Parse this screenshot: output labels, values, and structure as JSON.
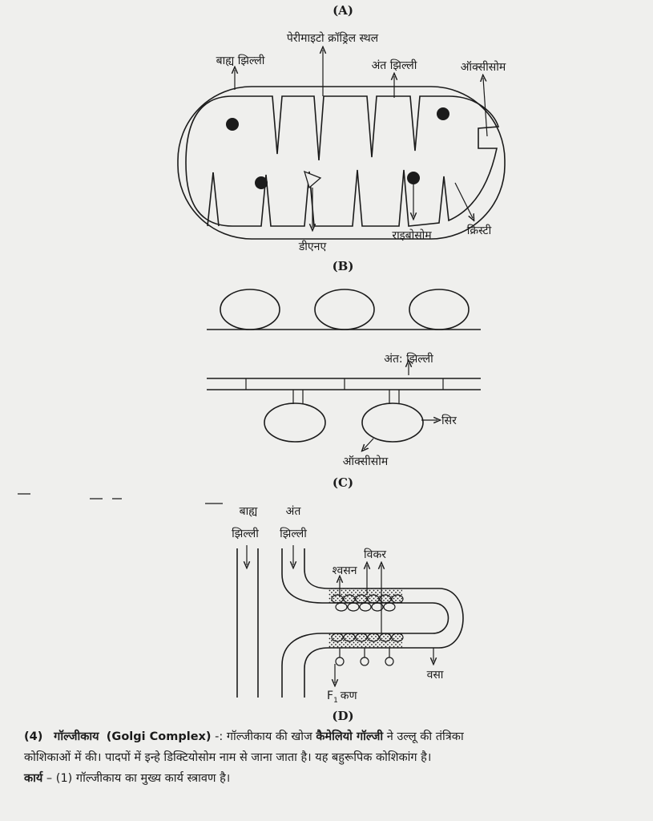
{
  "figures": {
    "A": {
      "caption": "(A)",
      "labels": {
        "peri": "पेरीमाइटो क्रॉड्रिल स्थल",
        "outer": "बाह्य झिल्ली",
        "inner": "अंत झिल्ली",
        "oxysome": "ऑक्सीसोम",
        "dna": "डीएनए",
        "ribosome": "राइबोसोम",
        "cristae": "क्रिस्टी"
      }
    },
    "B": {
      "caption": "(B)",
      "labels": {
        "inner": "अंत: झिल्ली",
        "head": "सिर",
        "oxysome": "ऑक्सीसोम"
      }
    },
    "C": {
      "caption": "(C)",
      "labels": {
        "outer1": "बाह्य",
        "outer2": "झिल्ली",
        "inner1": "अंत",
        "inner2": "झिल्ली",
        "resp": "श्वसन",
        "vikar": "विकर",
        "vasa": "वसा",
        "f1": "F",
        "f1sub": "1",
        "f1kan": "कण"
      }
    },
    "D": {
      "caption": "(D)"
    }
  },
  "text": {
    "num": "(4)",
    "head_hi": "गॉल्जीकाय",
    "head_en": "(Golgi Complex)",
    "sep": "-:",
    "l1a": "गॉल्जीकाय की खोज",
    "l1b": "कैमेलियो गॉल्जी",
    "l1c": "ने उल्लू की तंत्रिका",
    "l2": "कोशिकाओं में की। पादपों में इन्हे डिक्टियोसोम नाम से जाना जाता है। यह बहुरूपिक कोशिकांग है।",
    "l3a": "कार्य",
    "l3b": "– (1) गॉल्जीकाय का मुख्य कार्य स्त्रावण है।"
  }
}
